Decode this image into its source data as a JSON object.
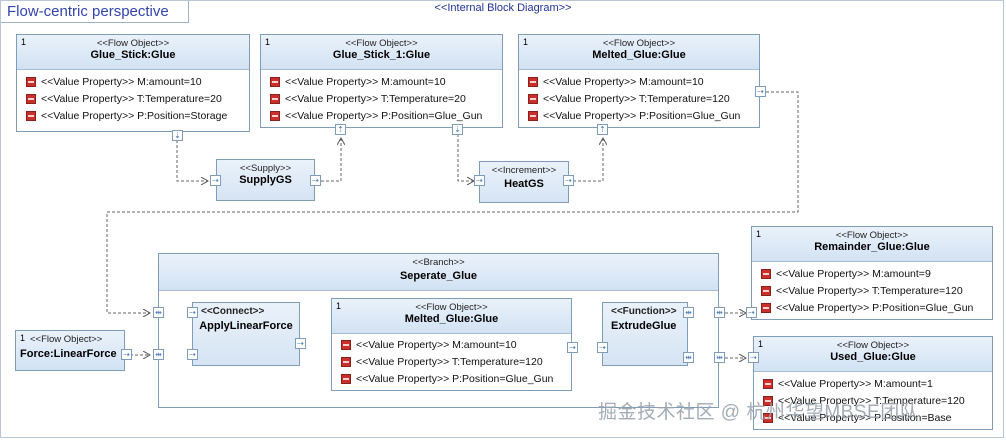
{
  "header": {
    "title": "Flow-centric perspective",
    "diagram_type": "<<Internal Block Diagram>>"
  },
  "flow_objects": {
    "glue_stick": {
      "mult": "1",
      "stereotype": "<<Flow Object>>",
      "name": "Glue_Stick:Glue",
      "props": [
        "<<Value Property>> M:amount=10",
        "<<Value Property>> T:Temperature=20",
        "<<Value Property>> P:Position=Storage"
      ]
    },
    "glue_stick_1": {
      "mult": "1",
      "stereotype": "<<Flow Object>>",
      "name": "Glue_Stick_1:Glue",
      "props": [
        "<<Value Property>> M:amount=10",
        "<<Value Property>> T:Temperature=20",
        "<<Value Property>> P:Position=Glue_Gun"
      ]
    },
    "melted_glue_top": {
      "mult": "1",
      "stereotype": "<<Flow Object>>",
      "name": "Melted_Glue:Glue",
      "props": [
        "<<Value Property>> M:amount=10",
        "<<Value Property>> T:Temperature=120",
        "<<Value Property>> P:Position=Glue_Gun"
      ]
    },
    "remainder_glue": {
      "mult": "1",
      "stereotype": "<<Flow Object>>",
      "name": "Remainder_Glue:Glue",
      "props": [
        "<<Value Property>> M:amount=9",
        "<<Value Property>> T:Temperature=120",
        "<<Value Property>> P:Position=Glue_Gun"
      ]
    },
    "used_glue": {
      "mult": "1",
      "stereotype": "<<Flow Object>>",
      "name": "Used_Glue:Glue",
      "props": [
        "<<Value Property>> M:amount=1",
        "<<Value Property>> T:Temperature=120",
        "<<Value Property>> P:Position=Base"
      ]
    },
    "force": {
      "mult": "1",
      "stereotype": "<<Flow Object>>",
      "name": "Force:LinearForce"
    },
    "melted_glue_inner": {
      "mult": "1",
      "stereotype": "<<Flow Object>>",
      "name": "Melted_Glue:Glue",
      "props": [
        "<<Value Property>> M:amount=10",
        "<<Value Property>> T:Temperature=120",
        "<<Value Property>> P:Position=Glue_Gun"
      ]
    }
  },
  "actions": {
    "supply": {
      "stereotype": "<<Supply>>",
      "name": "SupplyGS"
    },
    "increment": {
      "stereotype": "<<Increment>>",
      "name": "HeatGS"
    },
    "branch": {
      "stereotype": "<<Branch>>",
      "name": "Seperate_Glue"
    },
    "connect": {
      "stereotype": "<<Connect>>",
      "name": "ApplyLinearForce"
    },
    "function": {
      "stereotype": "<<Function>>",
      "name": "ExtrudeGlue"
    }
  },
  "watermark": "掘金技术社区 @ 杭州华望MBSE团队",
  "colors": {
    "title": "#3344aa",
    "header_fill": "#d2e2f3",
    "border": "#7f9db9",
    "property_icon": "#c9302c"
  }
}
